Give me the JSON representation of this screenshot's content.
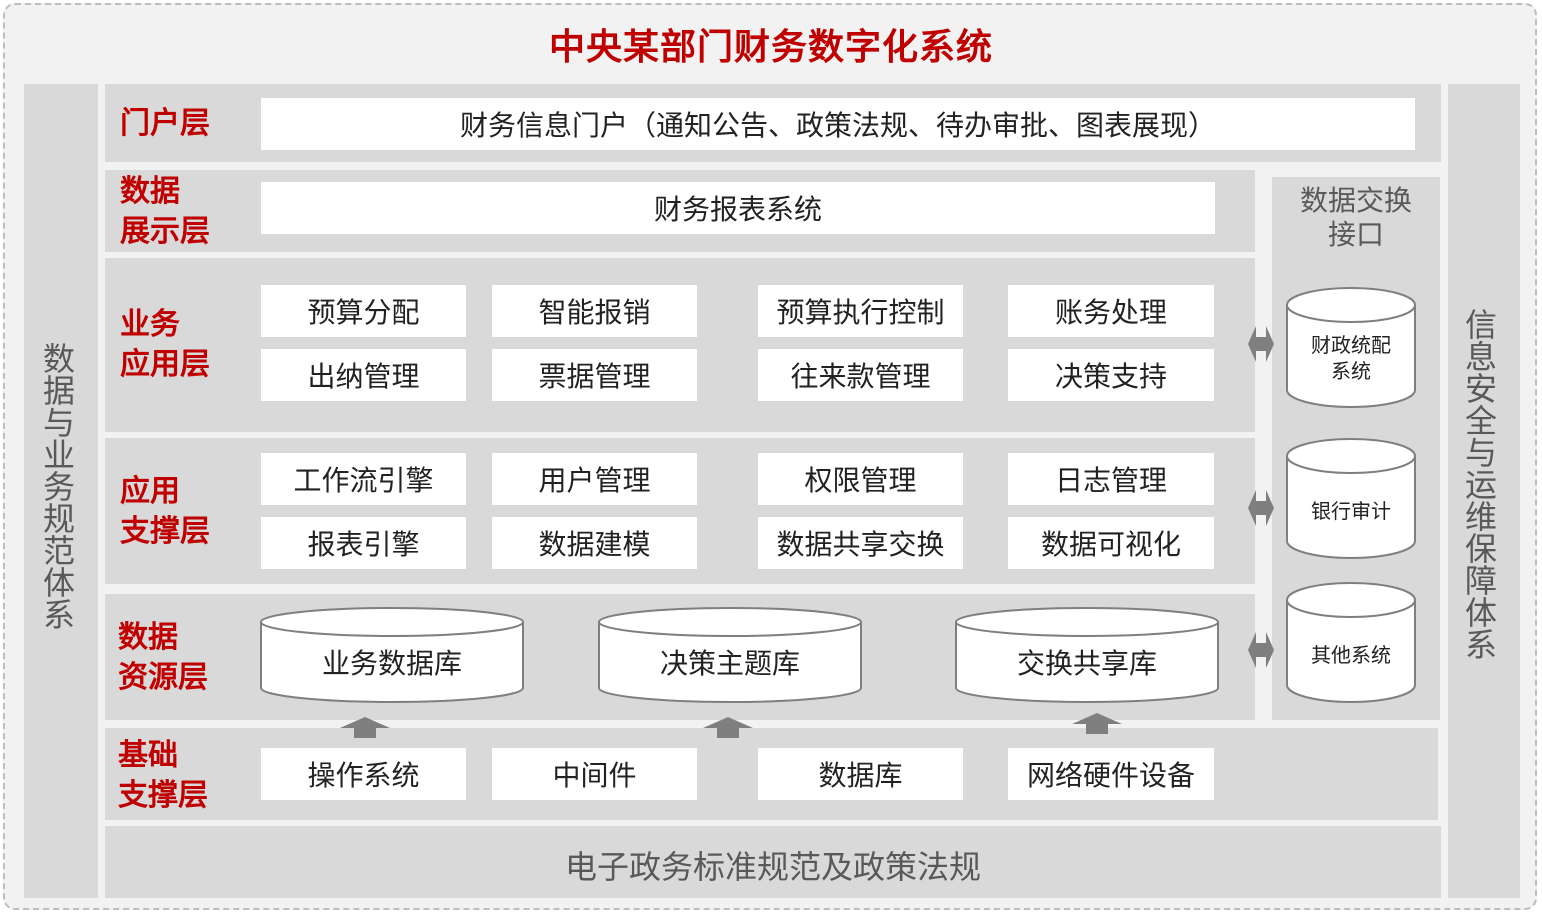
{
  "title": "中央某部门财务数字化系统",
  "left_side": "数据与业务规范体系",
  "right_side": "信息安全与运维保障体系",
  "bottom": "电子政务标准规范及政策法规",
  "exchange": {
    "label_1": "数据交换",
    "label_2": "接口",
    "systems": [
      "财政统配",
      "系统",
      "银行审计",
      "其他系统"
    ]
  },
  "layers": {
    "portal": {
      "label": "门户层",
      "content": "财务信息门户（通知公告、政策法规、待办审批、图表展现）"
    },
    "display": {
      "label_1": "数据",
      "label_2": "展示层",
      "content": "财务报表系统"
    },
    "business": {
      "label_1": "业务",
      "label_2": "应用层",
      "items": [
        "预算分配",
        "智能报销",
        "预算执行控制",
        "账务处理",
        "出纳管理",
        "票据管理",
        "往来款管理",
        "决策支持"
      ]
    },
    "support": {
      "label_1": "应用",
      "label_2": "支撑层",
      "items": [
        "工作流引擎",
        "用户管理",
        "权限管理",
        "日志管理",
        "报表引擎",
        "数据建模",
        "数据共享交换",
        "数据可视化"
      ]
    },
    "resource": {
      "label_1": "数据",
      "label_2": "资源层",
      "items": [
        "业务数据库",
        "决策主题库",
        "交换共享库"
      ]
    },
    "base": {
      "label_1": "基础",
      "label_2": "支撑层",
      "items": [
        "操作系统",
        "中间件",
        "数据库",
        "网络硬件设备"
      ]
    }
  },
  "colors": {
    "accent": "#c00000",
    "band": "#d9d9d9",
    "side_text": "#595959"
  }
}
